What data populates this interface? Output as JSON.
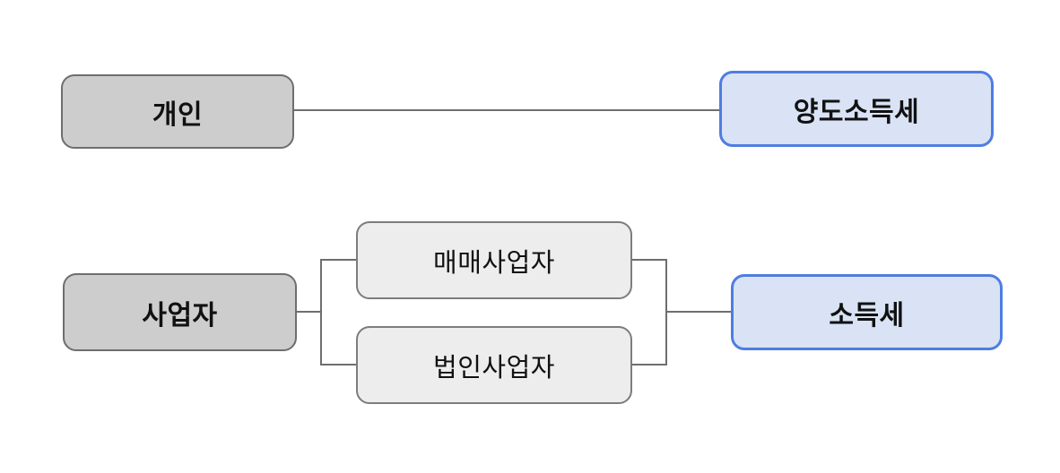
{
  "diagram": {
    "title": "tax-classification-flowchart",
    "colors": {
      "background": "#ffffff",
      "gray_fill": "#cdcdcd",
      "gray_border": "#6e6e6e",
      "light_fill": "#ededed",
      "light_border": "#7d7d7d",
      "blue_fill": "#d9e3f5",
      "blue_border": "#4e7de2",
      "line": "#6e6e6e",
      "text": "#111111"
    },
    "nodes": {
      "individual": {
        "label": "개인",
        "style": "gray"
      },
      "capital_gains_tax": {
        "label": "양도소득세",
        "style": "blue"
      },
      "business": {
        "label": "사업자",
        "style": "gray"
      },
      "trading_business": {
        "label": "매매사업자",
        "style": "light"
      },
      "corporate_business": {
        "label": "법인사업자",
        "style": "light"
      },
      "income_tax": {
        "label": "소득세",
        "style": "blue"
      }
    },
    "edges": [
      {
        "from": "개인",
        "to": "양도소득세"
      },
      {
        "from": "사업자",
        "to": "매매사업자"
      },
      {
        "from": "사업자",
        "to": "법인사업자"
      },
      {
        "from": "매매사업자",
        "to": "소득세"
      },
      {
        "from": "법인사업자",
        "to": "소득세"
      }
    ]
  }
}
